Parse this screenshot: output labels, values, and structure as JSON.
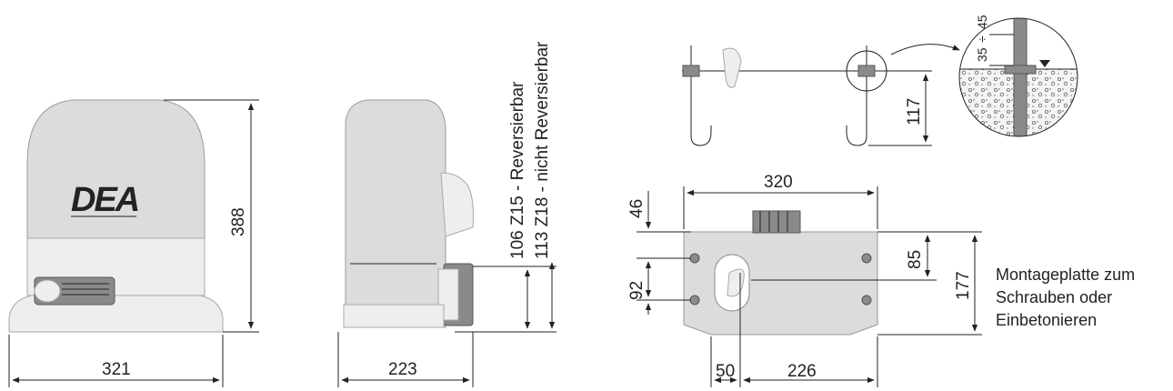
{
  "logo_text": "DEA",
  "front_view": {
    "width_dim": "321",
    "height_dim": "388"
  },
  "side_view": {
    "depth_dim": "223",
    "pinion_z15": "106 Z15 - Reversierbar",
    "pinion_z18": "113 Z18 - nicht Reversierbar"
  },
  "anchor_view": {
    "depth_dim": "117"
  },
  "detail_view": {
    "range_low": "35",
    "range_sep": "÷",
    "range_high": "45"
  },
  "base_plate": {
    "length_dim": "320",
    "offset_top_dim": "46",
    "hole_spacing_dim": "92",
    "right_hole_dim": "85",
    "total_width_dim": "177",
    "slot_offset_dim": "50",
    "slot_to_edge_dim": "226",
    "note_line1": "Montageplatte zum",
    "note_line2": "Schrauben oder",
    "note_line3": "Einbetonieren"
  },
  "colors": {
    "line": "#222222",
    "housing": "#dcdcdc",
    "housing_light": "#eeeeee",
    "metal": "#8a8a8a"
  }
}
